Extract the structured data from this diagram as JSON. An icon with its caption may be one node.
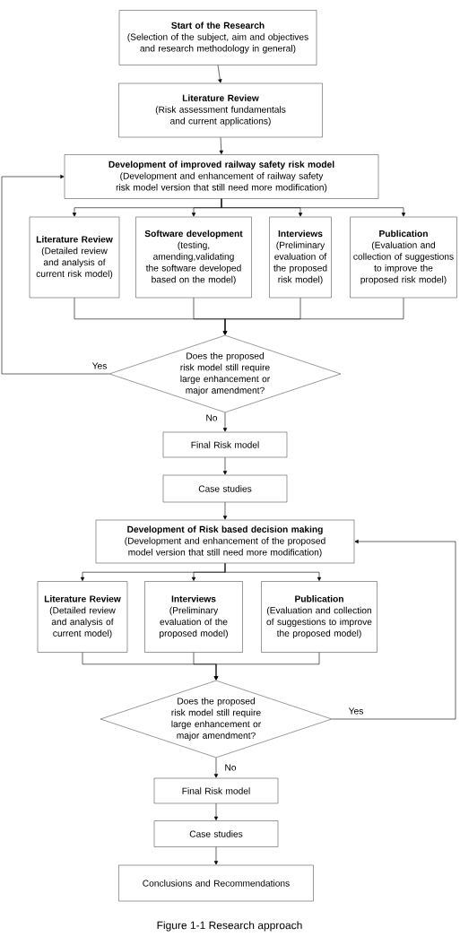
{
  "diagram": {
    "caption": "Figure 1-1 Research approach",
    "nodes": [
      {
        "text": [
          "Start of the Research",
          "(Selection of the subject, aim and objectives and research methodology in general)"
        ]
      },
      {
        "text": [
          "Literature Review",
          "(Risk assessment fundamentals and current applications)"
        ]
      },
      {
        "text": [
          "Development of improved railway safety risk model",
          "(Development and enhancement of railway safety risk model version that still need more modification)"
        ]
      },
      {
        "text": [
          "Literature Review",
          "(Detailed review and analysis of current risk model)"
        ]
      },
      {
        "text": [
          "Software development",
          "(testing, amending,validating the software developed based on the model)"
        ]
      },
      {
        "text": [
          "Interviews",
          "(Preliminary evaluation of the proposed risk model)"
        ]
      },
      {
        "text": [
          "Publication",
          "(Evaluation and collection of suggestions to improve the proposed risk model)"
        ]
      },
      {
        "text": [
          "Does the proposed risk model still require large enhancement or major amendment?"
        ]
      },
      {
        "text": [
          "Final Risk model"
        ]
      },
      {
        "text": [
          "Case studies"
        ]
      },
      {
        "text": [
          "Development of Risk based decision making",
          "(Development and enhancement of the proposed model version that still need more modification)"
        ]
      },
      {
        "text": [
          "Literature Review",
          "(Detailed review and analysis of current model)"
        ]
      },
      {
        "text": [
          "Interviews",
          "(Preliminary evaluation of the proposed model)"
        ]
      },
      {
        "text": [
          "Publication",
          "(Evaluation and collection of suggestions to improve the proposed model)"
        ]
      },
      {
        "text": [
          "Does the proposed risk model still require large enhancement or major amendment?"
        ]
      },
      {
        "text": [
          "Final Risk model"
        ]
      },
      {
        "text": [
          "Case studies"
        ]
      },
      {
        "text": [
          "Conclusions and Recommendations"
        ]
      }
    ],
    "edges": [
      {
        "from": 0,
        "to": 1,
        "arrow": "to"
      },
      {
        "from": 1,
        "to": 2,
        "arrow": "to"
      },
      {
        "from": 2,
        "to": 3,
        "arrow": "to"
      },
      {
        "from": 2,
        "to": 4,
        "arrow": "to"
      },
      {
        "from": 2,
        "to": 5,
        "arrow": "to"
      },
      {
        "from": 2,
        "to": 6,
        "arrow": "to"
      },
      {
        "from": 3,
        "to": 7,
        "arrow": "to"
      },
      {
        "from": 4,
        "to": 7,
        "arrow": "to"
      },
      {
        "from": 5,
        "to": 7,
        "arrow": "to"
      },
      {
        "from": 6,
        "to": 7,
        "arrow": "to"
      },
      {
        "from": 7,
        "to": 2,
        "arrow": "to",
        "label": "Yes"
      },
      {
        "from": 7,
        "to": 8,
        "arrow": "to",
        "label": "No"
      },
      {
        "from": 8,
        "to": 9,
        "arrow": "to"
      },
      {
        "from": 9,
        "to": 10,
        "arrow": "to"
      },
      {
        "from": 10,
        "to": 11,
        "arrow": "to"
      },
      {
        "from": 10,
        "to": 12,
        "arrow": "to"
      },
      {
        "from": 10,
        "to": 13,
        "arrow": "to"
      },
      {
        "from": 11,
        "to": 14,
        "arrow": "to"
      },
      {
        "from": 12,
        "to": 14,
        "arrow": "to"
      },
      {
        "from": 13,
        "to": 14,
        "arrow": "to"
      },
      {
        "from": 14,
        "to": 10,
        "arrow": "to",
        "label": "Yes"
      },
      {
        "from": 14,
        "to": 15,
        "arrow": "to",
        "label": "No"
      },
      {
        "from": 15,
        "to": 16,
        "arrow": "to"
      },
      {
        "from": 16,
        "to": 17,
        "arrow": "to"
      }
    ]
  }
}
